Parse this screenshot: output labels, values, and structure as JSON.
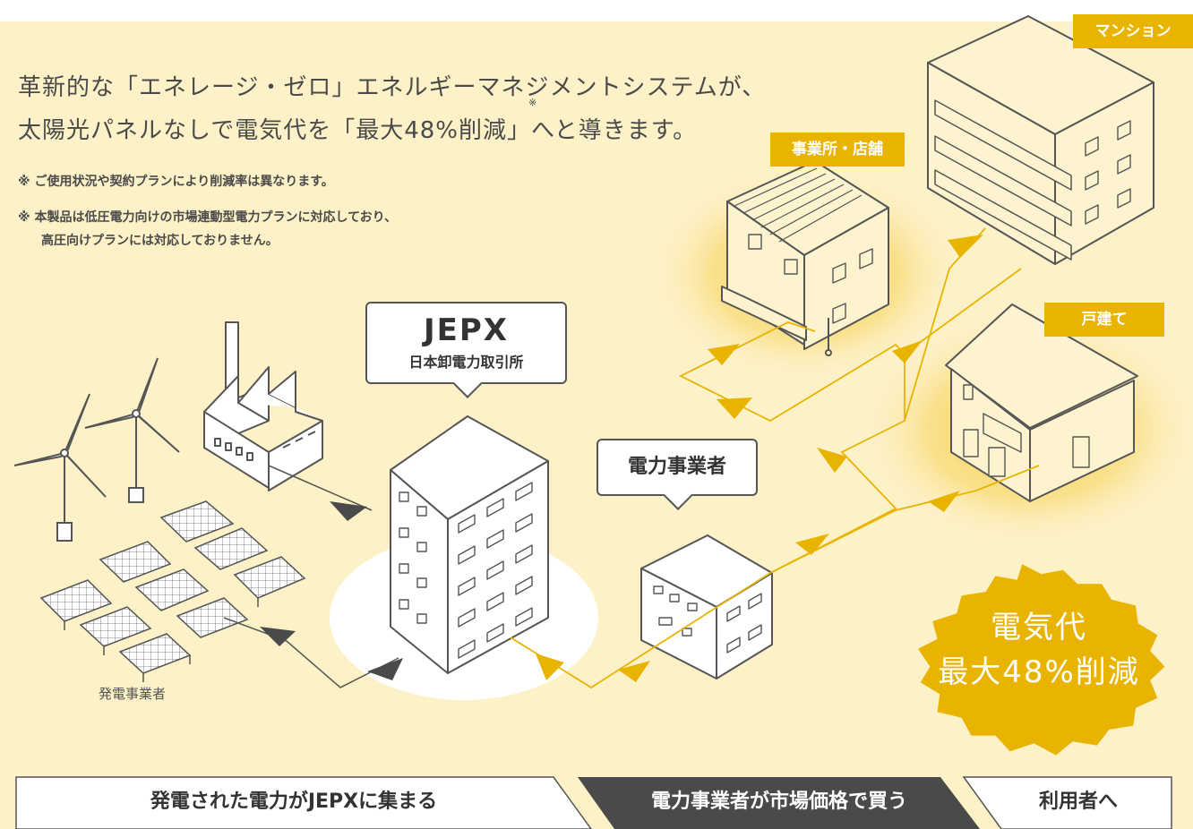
{
  "headline": {
    "line1": "革新的な「エネレージ・ゼロ」エネルギーマネジメントシステムが、",
    "line2": "太陽光パネルなしで電気代を「最大48%削減」へと導きます。",
    "superscript": "※"
  },
  "notes": {
    "note1": "※ ご使用状況や契約プランにより削減率は異なります。",
    "note2_line1": "※ 本製品は低圧電力向けの市場連動型電力プランに対応しており、",
    "note2_line2": "高圧向けプランには対応しておりません。"
  },
  "consumers": {
    "mansion": "マンション",
    "office": "事業所・店舗",
    "house": "戸建て"
  },
  "jepx": {
    "title": "JEPX",
    "subtitle": "日本卸電力取引所"
  },
  "retailer": {
    "label": "電力事業者"
  },
  "generator": {
    "label": "発電事業者"
  },
  "badge": {
    "line1": "電気代",
    "line2": "最大48%削減"
  },
  "steps": [
    {
      "label": "発電された電力がJEPXに集まる"
    },
    {
      "label": "電力事業者が市場価格で買う"
    },
    {
      "label": "利用者へ"
    }
  ],
  "colors": {
    "background": "#fdf1c8",
    "accent": "#e9b400",
    "outline": "#555555",
    "dark_arrow": "#4a4a4a"
  }
}
